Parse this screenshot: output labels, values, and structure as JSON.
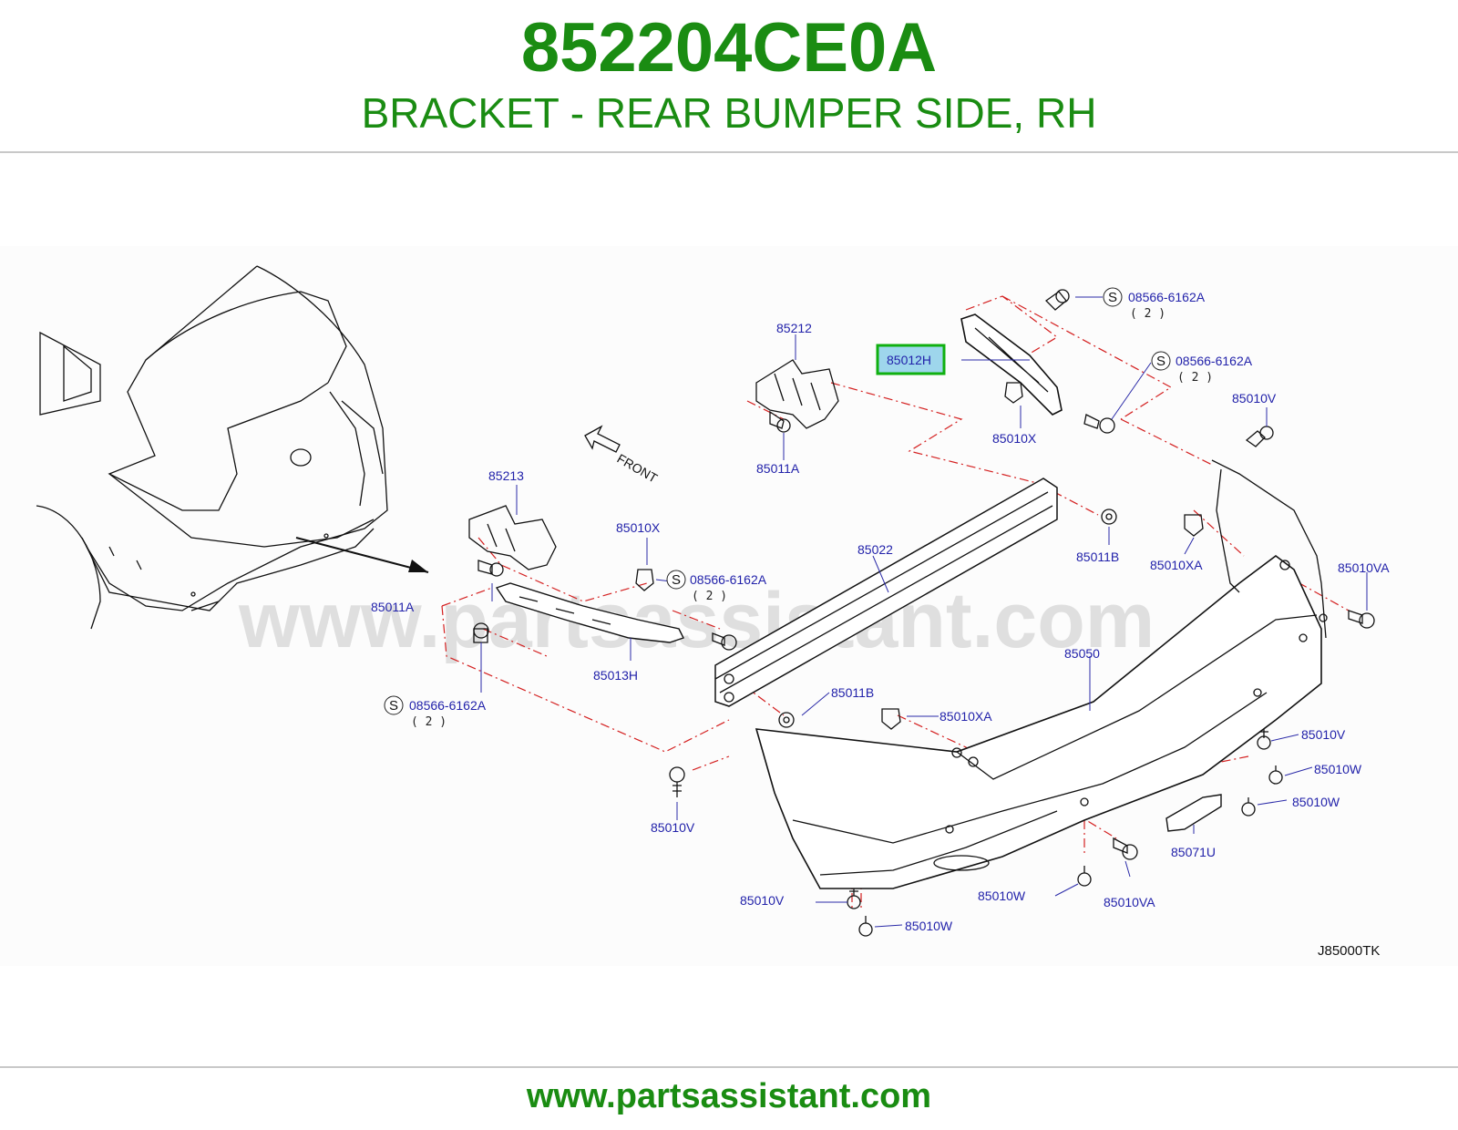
{
  "header": {
    "part_number": "852204CE0A",
    "description": "BRACKET - REAR BUMPER SIDE, RH"
  },
  "footer": {
    "url": "www.partsassistant.com"
  },
  "diagram": {
    "watermark": "www.partsassistant.com",
    "front_label": "FRONT",
    "code": "J85000TK",
    "highlighted_part": "85012H",
    "labels": {
      "p85212": "85212",
      "p85012h": "85012H",
      "s_top_a": "08566-6162A",
      "s_top_a_qty": "( 2 )",
      "s_top_b": "08566-6162A",
      "s_top_b_qty": "( 2 )",
      "p85010v_tr": "85010V",
      "p85010x_top": "85010X",
      "p85011a_top": "85011A",
      "p85213": "85213",
      "p85010x_mid": "85010X",
      "s_mid": "08566-6162A",
      "s_mid_qty": "( 2 )",
      "p85022": "85022",
      "p85011b_r": "85011B",
      "p85010xa_r": "85010XA",
      "p85010va_r": "85010VA",
      "p85011a_left": "85011A",
      "p85013h": "85013H",
      "s_bl": "08566-6162A",
      "s_bl_qty": "( 2 )",
      "p85050": "85050",
      "p85011b_mid": "85011B",
      "p85010xa_mid": "85010XA",
      "p85010v_r2": "85010V",
      "p85010w_r1": "85010W",
      "p85010w_r2": "85010W",
      "p85010v_bl": "85010V",
      "p85071u": "85071U",
      "p85010v_bot": "85010V",
      "p85010w_bot": "85010W",
      "p85010va_bot": "85010VA",
      "p85010w_bot2": "85010W",
      "s_symbol": "S"
    }
  }
}
